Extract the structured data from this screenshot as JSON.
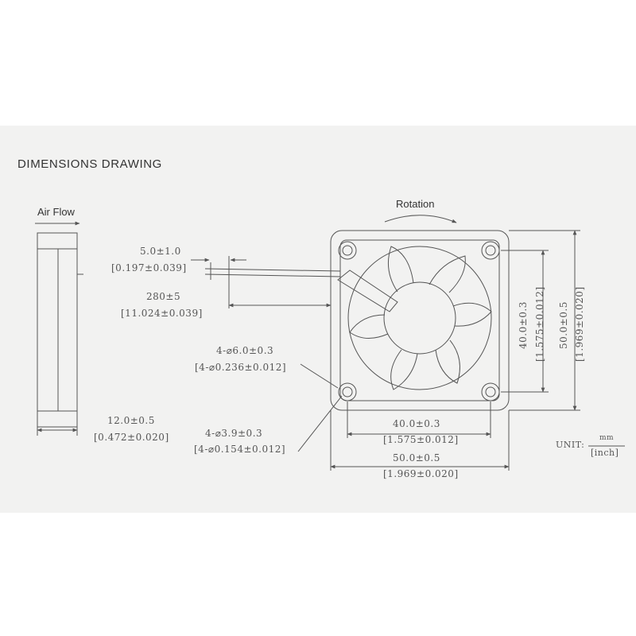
{
  "title": "DIMENSIONS DRAWING",
  "labels": {
    "air_flow": "Air Flow",
    "rotation": "Rotation"
  },
  "dimensions": {
    "lead_strip_mm": "5.0±1.0",
    "lead_strip_inch": "[0.197±0.039]",
    "lead_length_mm": "280±5",
    "lead_length_inch": "[11.024±0.039]",
    "hole_large_mm": "4-⌀6.0±0.3",
    "hole_large_inch": "[4-⌀0.236±0.012]",
    "hole_small_mm": "4-⌀3.9±0.3",
    "hole_small_inch": "[4-⌀0.154±0.012]",
    "thickness_mm": "12.0±0.5",
    "thickness_inch": "[0.472±0.020]",
    "hole_pitch_h_mm": "40.0±0.3",
    "hole_pitch_h_inch": "[1.575±0.012]",
    "frame_h_mm": "50.0±0.5",
    "frame_h_inch": "[1.969±0.020]",
    "hole_pitch_v_mm": "40.0±0.3",
    "hole_pitch_v_inch": "[1.575±0.012]",
    "frame_v_mm": "50.0±0.5",
    "frame_v_inch": "[1.969±0.020]"
  },
  "unit": {
    "prefix": "UNIT:",
    "numerator": "mm",
    "denominator": "[inch]"
  }
}
